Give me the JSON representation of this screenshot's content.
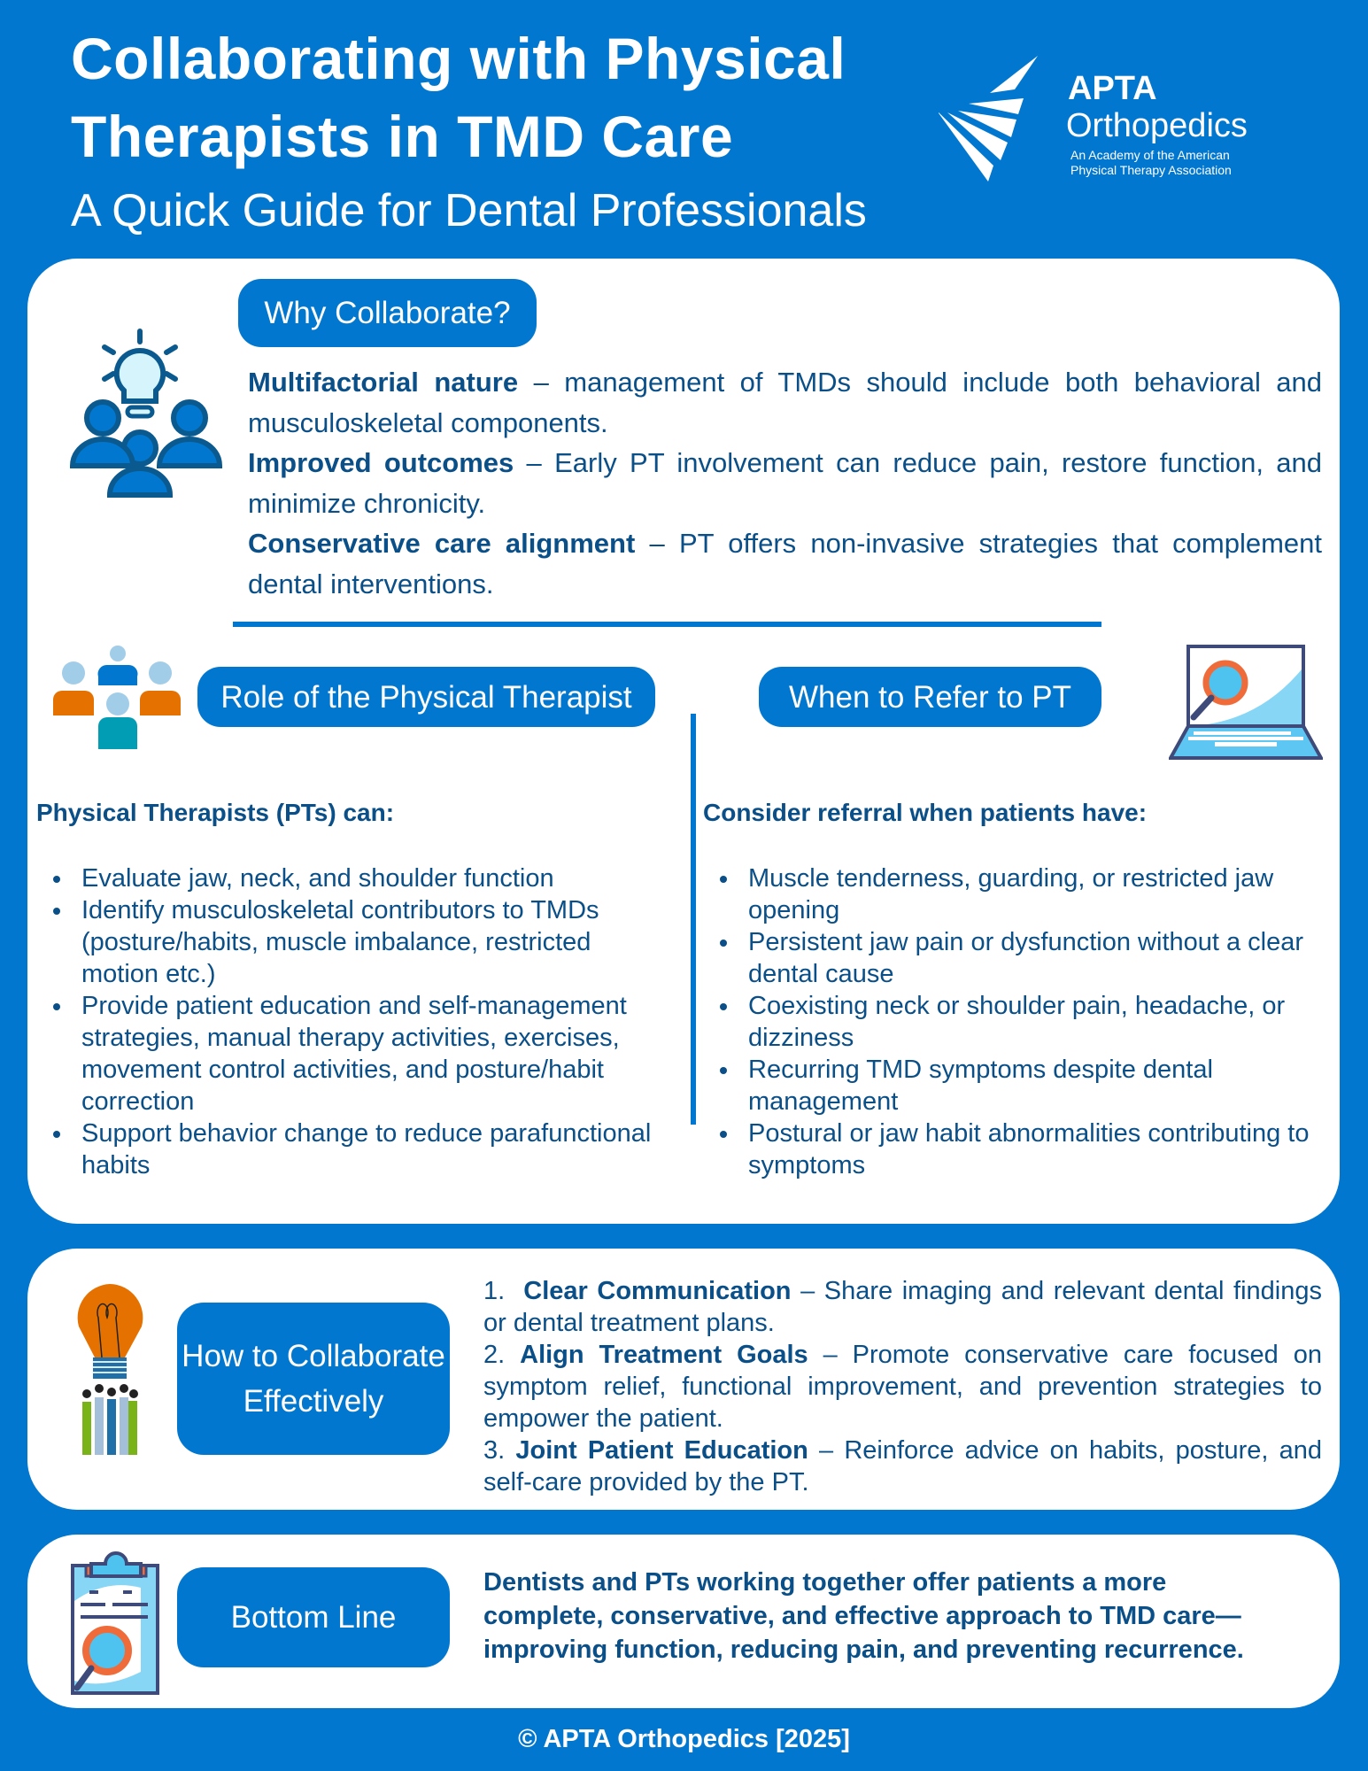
{
  "header": {
    "title": "Collaborating with Physical Therapists in TMD Care",
    "subtitle": "A Quick Guide for Dental Professionals",
    "logo": {
      "name": "APTA",
      "product": "Orthopedics",
      "tagline_1": "An Academy of the American",
      "tagline_2": "Physical Therapy Association"
    }
  },
  "why": {
    "label": "Why Collaborate?",
    "items": [
      {
        "term": "Multifactorial nature",
        "text": " – management of TMDs should include both behavioral and musculoskeletal components."
      },
      {
        "term": "Improved outcomes",
        "text": " – Early PT involvement can reduce pain, restore function, and minimize chronicity."
      },
      {
        "term": "Conservative care alignment",
        "text": " – PT offers non-invasive strategies that complement dental interventions."
      }
    ]
  },
  "role": {
    "label": "Role of the Physical Therapist",
    "heading": "Physical Therapists (PTs) can:",
    "items": [
      "Evaluate jaw, neck, and shoulder function",
      "Identify musculoskeletal contributors to TMDs (posture/habits, muscle imbalance, restricted motion etc.)",
      "Provide patient education and self-management strategies, manual therapy activities, exercises, movement control activities, and posture/habit correction",
      "Support behavior change to reduce parafunctional habits"
    ]
  },
  "refer": {
    "label": "When to Refer to PT",
    "heading": "Consider referral when patients have:",
    "items": [
      "Muscle tenderness, guarding, or restricted jaw opening",
      "Persistent jaw pain or dysfunction without a clear dental cause",
      "Coexisting neck or shoulder pain, headache, or dizziness",
      "Recurring TMD symptoms despite dental management",
      "Postural or jaw habit abnormalities contributing to symptoms"
    ]
  },
  "how": {
    "label": "How to Collaborate Effectively",
    "items": [
      {
        "num": "1.",
        "term": "Clear Communication",
        "text": " – Share imaging and relevant dental findings or dental treatment plans."
      },
      {
        "num": "2.",
        "term": "Align Treatment Goals",
        "text": " – Promote conservative care focused on symptom relief, functional improvement, and prevention strategies to empower the patient."
      },
      {
        "num": "3.",
        "term": "Joint Patient Education",
        "text": " – Reinforce advice on habits, posture, and self-care provided by the PT."
      }
    ]
  },
  "bottom": {
    "label": "Bottom Line",
    "text": "Dentists and PTs working together offer patients a more complete, conservative, and effective approach to TMD care—improving function, reducing pain, and preventing recurrence."
  },
  "footer": {
    "text": "© APTA Orthopedics [2025]"
  },
  "colors": {
    "background": "#0277cf",
    "text": "#0a4f88",
    "orange": "#e57200",
    "teal": "#009db5",
    "light_blue": "#a2cde8"
  }
}
